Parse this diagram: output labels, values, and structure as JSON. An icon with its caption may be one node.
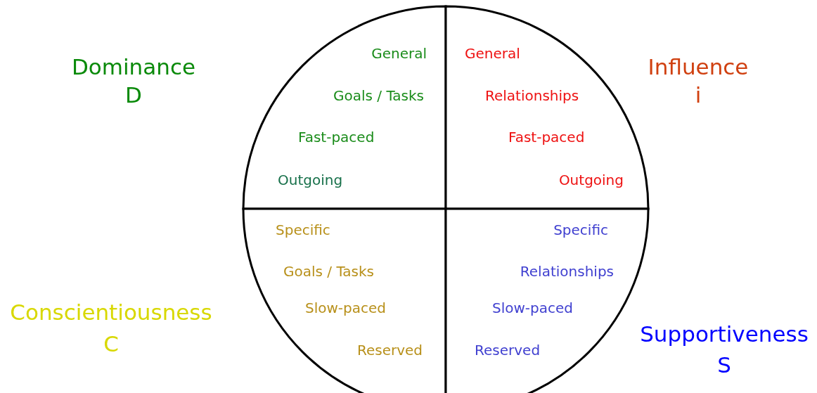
{
  "diagram": {
    "nodes": [
      {
        "text": [
          "General",
          "Goals / Tasks",
          "Fast-paced",
          "Outgoing"
        ]
      },
      {
        "text": [
          "General",
          "Relationships",
          "Fast-paced",
          "Outgoing"
        ]
      },
      {
        "text": [
          "Specific",
          "Goals / Tasks",
          "Slow-paced",
          "Reserved"
        ]
      },
      {
        "text": [
          "Specific",
          "Relationships",
          "Slow-paced",
          "Reserved"
        ]
      }
    ],
    "edges": [],
    "labels": [
      "Dominance",
      "D",
      "Influence",
      "i",
      "Conscientiousness",
      "C",
      "Supportiveness",
      "S"
    ]
  }
}
